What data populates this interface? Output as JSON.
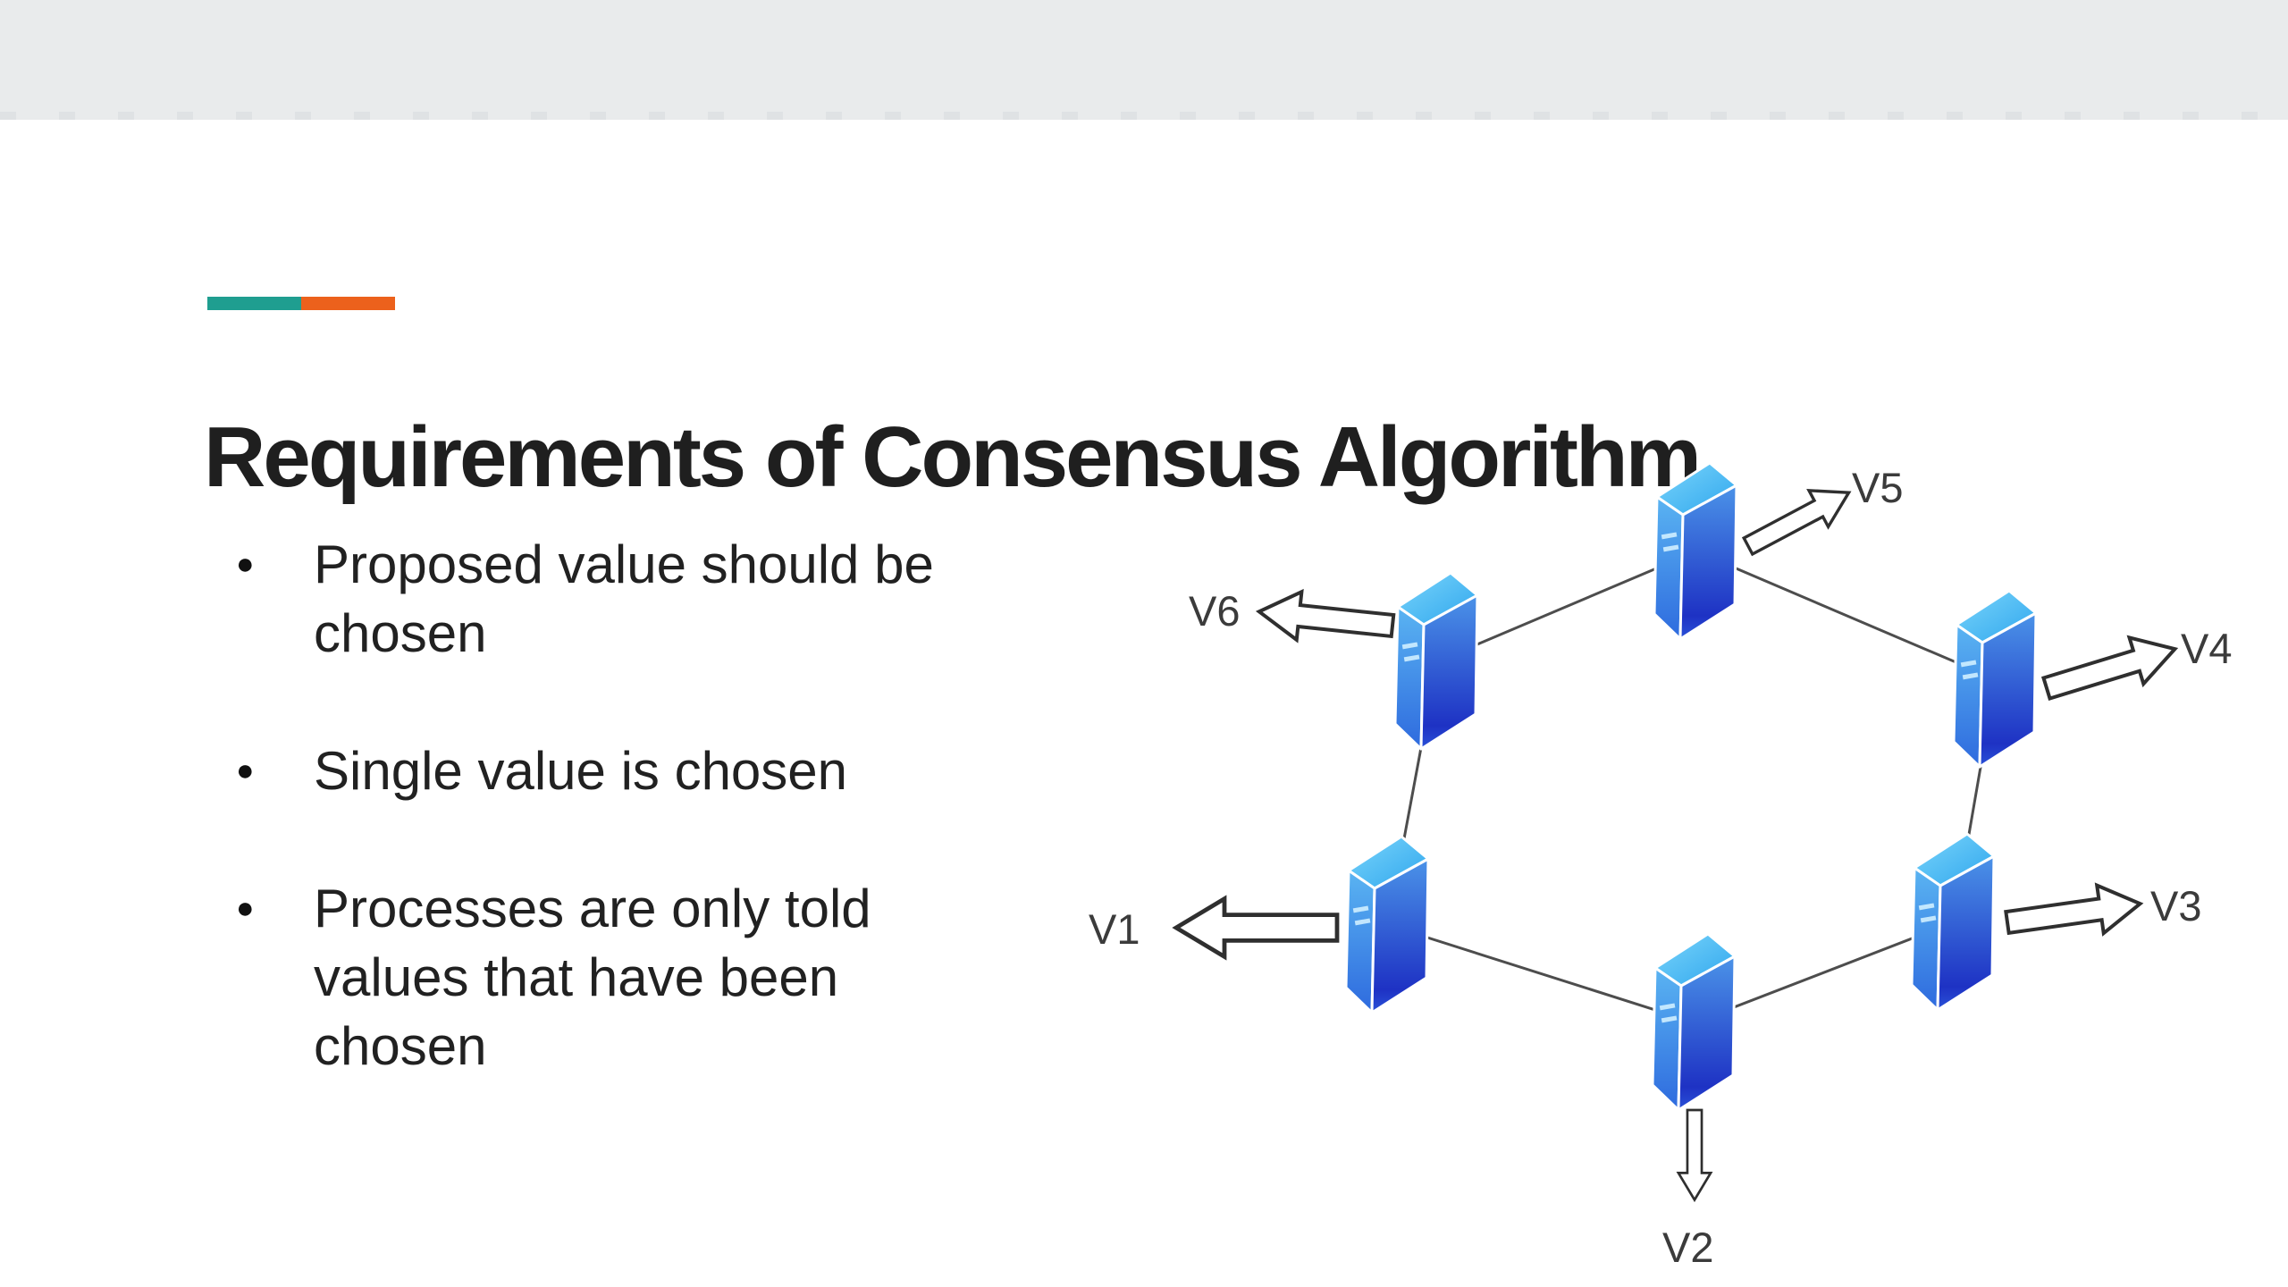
{
  "slide": {
    "title": "Requirements of Consensus Algorithm",
    "bullets": [
      "Proposed value should be chosen",
      "Single value is chosen",
      "Processes are only told values that have been chosen"
    ],
    "accent_bar_colors": {
      "teal": "#1f9e90",
      "orange": "#ec611c"
    },
    "header_band_color": "#e9ebec"
  },
  "diagram": {
    "labels": {
      "v1": "V1",
      "v2": "V2",
      "v3": "V3",
      "v4": "V4",
      "v5": "V5",
      "v6": "V6"
    },
    "node_count": 6,
    "colors": {
      "server_top_face": "#45b9f0",
      "server_left_face_top": "#5ab4f2",
      "server_left_face_bottom": "#2e6ade",
      "server_right_face_top": "#4b93e8",
      "server_right_face_bottom": "#1e32c4",
      "link": "#4d4d4d",
      "arrow_outline": "#2f2f2f",
      "arrow_fill": "#ffffff"
    }
  }
}
